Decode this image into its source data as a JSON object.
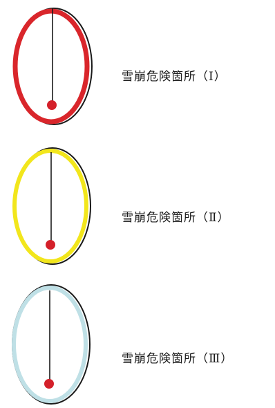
{
  "legend": {
    "items": [
      {
        "label": "雪崩危険箇所（Ⅰ）",
        "ring_color": "#d9262b",
        "marker_color": "#d4202a",
        "icon": "avalanche-hazard-red-icon"
      },
      {
        "label": "雪崩危険箇所（Ⅱ）",
        "ring_color": "#f2e61c",
        "marker_color": "#d4202a",
        "icon": "avalanche-hazard-yellow-icon"
      },
      {
        "label": "雪崩危険箇所（Ⅲ）",
        "ring_color": "#bfe0e6",
        "marker_color": "#d4202a",
        "icon": "avalanche-hazard-lightblue-icon"
      }
    ]
  }
}
